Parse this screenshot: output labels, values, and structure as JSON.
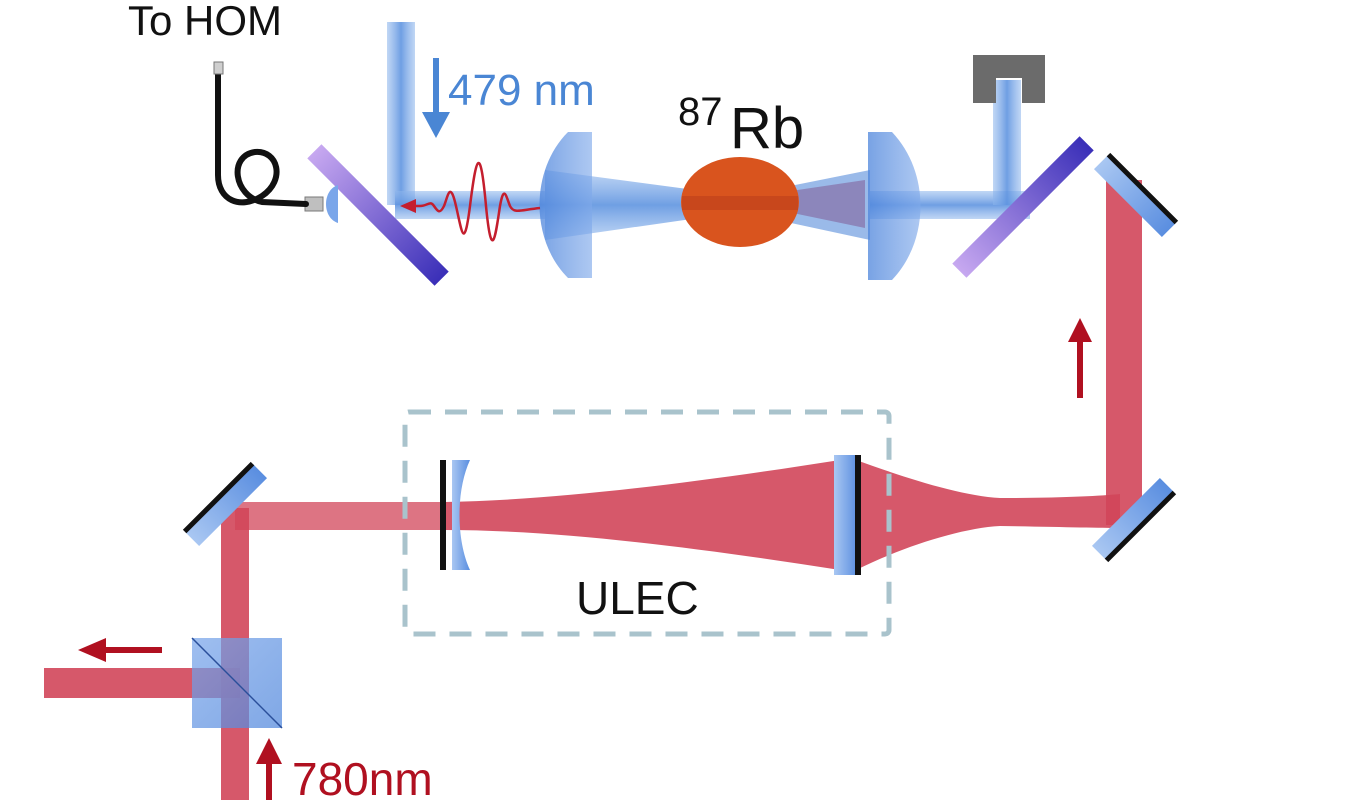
{
  "labels": {
    "to_hom": "To HOM",
    "blue_wavelength": "479 nm",
    "atom_mass_number": "87",
    "atom_symbol": "Rb",
    "cavity": "ULEC",
    "red_wavelength": "780nm"
  },
  "colors": {
    "red_beam": "#d2465a",
    "red_arrow": "#b01020",
    "blue_beam": "#6f9de0",
    "blue_label": "#4a86d4",
    "atom_cloud": "#d9541e",
    "dichroic_violet": "#8a6ad8",
    "dashed_box": "#a9c3cc",
    "beam_dump": "#6b6b6b",
    "text": "#111111"
  },
  "icons": [
    "fiber-coupler-icon",
    "beam-dump-icon",
    "single-photon-wave-icon",
    "beam-direction-arrow-icon"
  ]
}
